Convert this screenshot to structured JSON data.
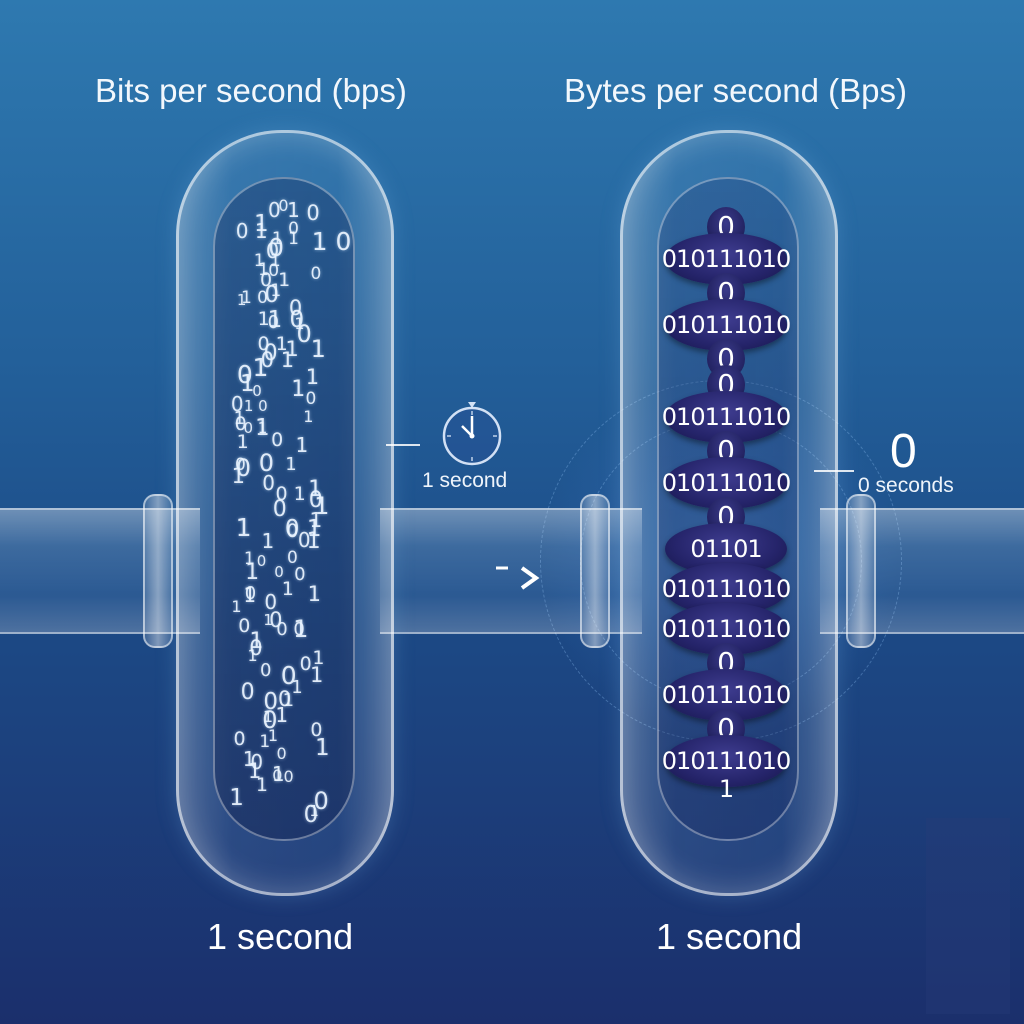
{
  "left": {
    "title": "Bits per second (bps)",
    "bottom_label": "1 second",
    "side_label": "1 second",
    "bits": [
      "0",
      "0 1",
      "0",
      "1",
      "0 1",
      "0",
      "1 1",
      "1 0",
      "0",
      "0",
      "1 1",
      "0",
      "1",
      "0 1",
      "0",
      "1",
      "0",
      "1 0",
      "1",
      "0",
      "1",
      "1 0",
      "0",
      "1",
      "0",
      "1",
      "1",
      "0 1",
      "0",
      "1",
      "0 1",
      "0",
      "1",
      "1",
      "0",
      "1",
      "0",
      "1 0",
      "0",
      "1",
      "1",
      "0",
      "1",
      "0 1",
      "1",
      "0",
      "1",
      "0",
      "1",
      "0",
      "0",
      "1",
      "0",
      "0 1",
      "1",
      "0",
      "1",
      "0",
      "1",
      "0 1",
      "1",
      "0",
      "0",
      "1",
      "1",
      "0",
      "1",
      "0",
      "0",
      "1",
      "0",
      "1",
      "0",
      "1",
      "1",
      "0",
      "1",
      "0",
      "0",
      "1",
      "1",
      "0 0",
      "1",
      "0",
      "1",
      "0",
      "1",
      "0",
      "0",
      "1",
      "1",
      "0",
      "1",
      "0",
      "0",
      "1",
      "1",
      "0",
      "0",
      "1",
      "1",
      "0",
      "1",
      "0",
      "1",
      "0",
      "1",
      "0",
      "1",
      "0",
      "1",
      "0",
      "1",
      "0",
      "1"
    ]
  },
  "right": {
    "title": "Bytes per second (Bps)",
    "bottom_label": "1 second",
    "side_number": "0",
    "side_label": "0 seconds",
    "column": [
      {
        "kind": "zero",
        "text": "0"
      },
      {
        "kind": "byte",
        "text": "010111010"
      },
      {
        "kind": "zero",
        "text": "0"
      },
      {
        "kind": "byte",
        "text": "010111010"
      },
      {
        "kind": "zero",
        "text": "0"
      },
      {
        "kind": "zero",
        "text": "0"
      },
      {
        "kind": "byte",
        "text": "010111010"
      },
      {
        "kind": "zero",
        "text": "0"
      },
      {
        "kind": "byte",
        "text": "010111010"
      },
      {
        "kind": "zero",
        "text": "0"
      },
      {
        "kind": "byte",
        "text": "01101"
      },
      {
        "kind": "byte",
        "text": "010111010"
      },
      {
        "kind": "byte",
        "text": "010111010"
      },
      {
        "kind": "zero",
        "text": "0"
      },
      {
        "kind": "byte",
        "text": "010111010"
      },
      {
        "kind": "zero",
        "text": "0"
      },
      {
        "kind": "byte",
        "text": "010111010"
      },
      {
        "kind": "tail",
        "text": "1"
      }
    ]
  },
  "icons": {
    "stopwatch": "stopwatch-icon",
    "arrow": "arrow-right-icon"
  },
  "colors": {
    "background_top": "#2e79b0",
    "background_bottom": "#1b2f6c",
    "byte_cell": "#25246a"
  }
}
